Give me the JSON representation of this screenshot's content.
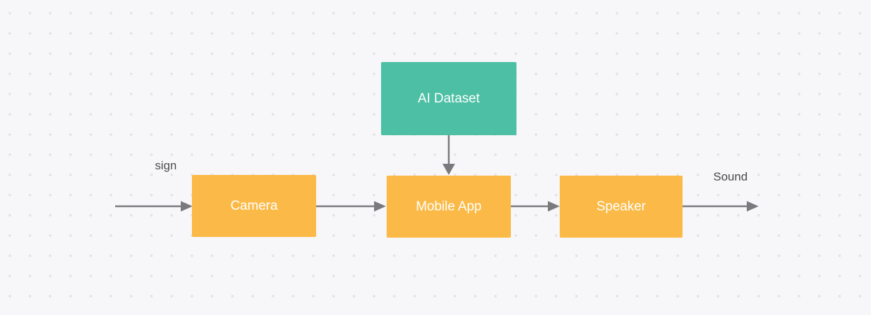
{
  "diagram": {
    "nodes": {
      "ai_dataset": {
        "label": "AI Dataset",
        "color": "#4dbfa4"
      },
      "camera": {
        "label": "Camera",
        "color": "#fbba47"
      },
      "mobile_app": {
        "label": "Mobile App",
        "color": "#fbba47"
      },
      "speaker": {
        "label": "Speaker",
        "color": "#fbba47"
      }
    },
    "edge_labels": {
      "input": "sign",
      "output": "Sound"
    },
    "colors": {
      "background": "#f7f7f9",
      "dot": "#e3e3e7",
      "arrow": "#7a7a7e",
      "node_text": "#ffffff",
      "label_text": "#4a4a4a"
    }
  }
}
